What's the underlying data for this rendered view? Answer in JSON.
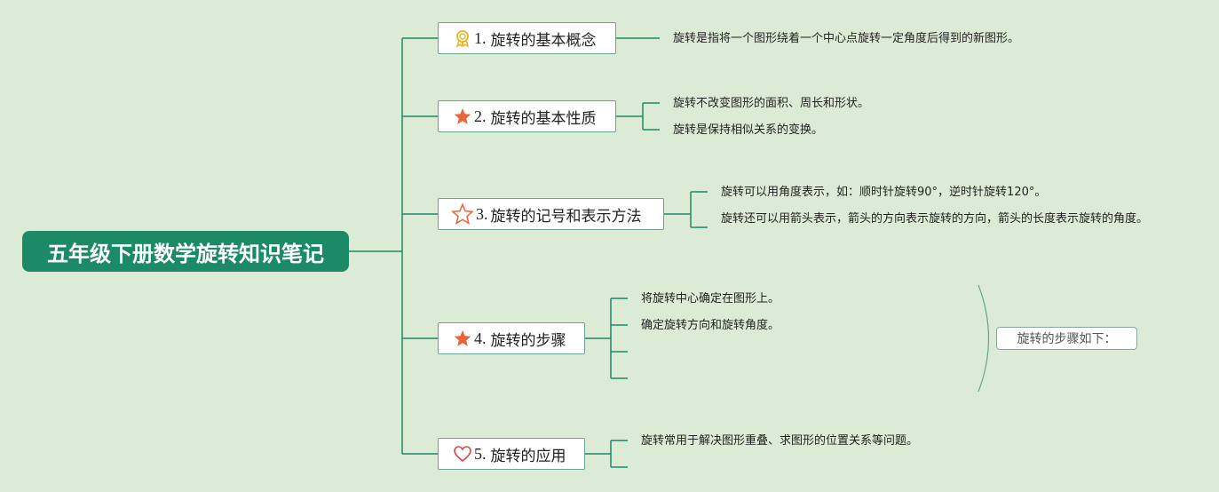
{
  "root": {
    "title": "五年级下册数学旋转知识笔记"
  },
  "topics": [
    {
      "num": "1.",
      "label": "旋转的基本概念",
      "icon": "award-ribbon-icon",
      "leaves": [
        "旋转是指将一个图形绕着一个中心点旋转一定角度后得到的新图形。"
      ]
    },
    {
      "num": "2.",
      "label": "旋转的基本性质",
      "icon": "star-filled-icon",
      "leaves": [
        "旋转不改变图形的面积、周长和形状。",
        "旋转是保持相似关系的变换。"
      ]
    },
    {
      "num": "3.",
      "label": "旋转的记号和表示方法",
      "icon": "star-outline-icon",
      "leaves": [
        "旋转可以用角度表示，如：顺时针旋转90°，逆时针旋转120°。",
        "旋转还可以用箭头表示，箭头的方向表示旋转的方向，箭头的长度表示旋转的角度。"
      ]
    },
    {
      "num": "4.",
      "label": "旋转的步骤",
      "icon": "star-filled-icon",
      "leaves": [
        "将旋转中心确定在图形上。",
        "确定旋转方向和旋转角度。",
        "",
        ""
      ]
    },
    {
      "num": "5.",
      "label": "旋转的应用",
      "icon": "heart-outline-icon",
      "leaves": [
        "旋转常用于解决图形重叠、求图形的位置关系等问题。",
        ""
      ]
    }
  ],
  "callout": {
    "label": "旋转的步骤如下："
  },
  "colors": {
    "background": "#dcebd5",
    "root": "#1c8a66",
    "line": "#1c8a66",
    "star": "#e8643a",
    "award": "#e6b422"
  }
}
